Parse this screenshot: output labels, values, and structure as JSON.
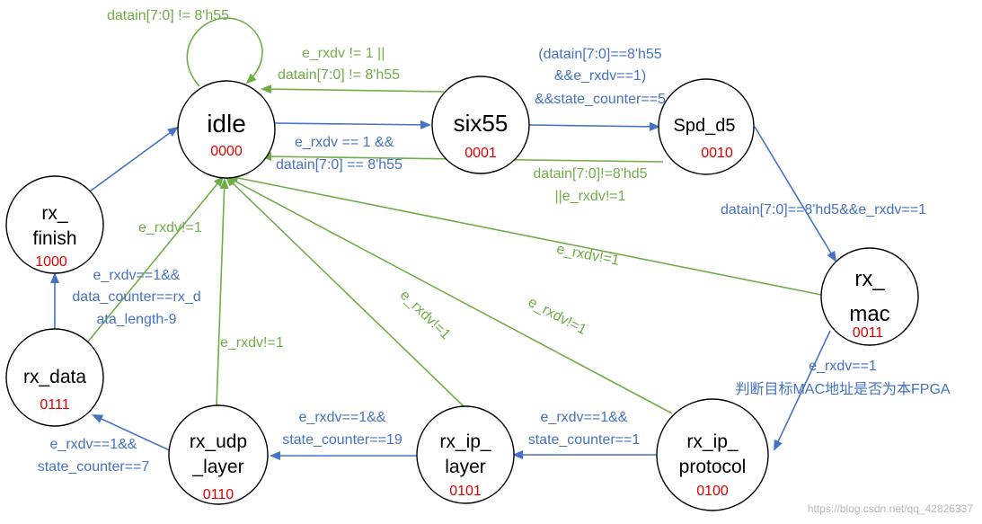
{
  "colors": {
    "blue": "#4472c4",
    "green": "#70ad47",
    "code": "#e00000"
  },
  "states": {
    "idle": {
      "label": "idle",
      "code": "0000"
    },
    "six55": {
      "label": "six55",
      "code": "0001"
    },
    "spd_d5": {
      "label": "Spd_d5",
      "code": "0010"
    },
    "rx_mac": {
      "label1": "rx_",
      "label2": "mac",
      "code": "0011"
    },
    "rx_ip_protocol": {
      "label1": "rx_ip_",
      "label2": "protocol",
      "code": "0100"
    },
    "rx_ip_layer": {
      "label1": "rx_ip_",
      "label2": "layer",
      "code": "0101"
    },
    "rx_udp_layer": {
      "label1": "rx_udp",
      "label2": "_layer",
      "code": "0110"
    },
    "rx_data": {
      "label": "rx_data",
      "code": "0111"
    },
    "rx_finish": {
      "label1": "rx_",
      "label2": "finish",
      "code": "1000"
    }
  },
  "transitions": {
    "idle_self": "datain[7:0] != 8'h55",
    "six55_to_idle": {
      "line1": "e_rxdv != 1 ||",
      "line2": "datain[7:0] != 8'h55"
    },
    "idle_to_six55": {
      "line1": "e_rxdv == 1 &&",
      "line2": "datain[7:0] == 8'h55"
    },
    "six55_to_spd": {
      "line1": "(datain[7:0]==8'h55",
      "line2": "&&e_rxdv==1)",
      "line3": "&&state_counter==5"
    },
    "spd_to_idle": {
      "line1": "datain[7:0]!=8'hd5",
      "line2": "||e_rxdv!=1"
    },
    "spd_to_mac": "datain[7:0]==8'hd5&&e_rxdv==1",
    "mac_to_idle": "e_rxdv!=1",
    "mac_to_protocol": {
      "line1": "e_rxdv==1",
      "line2": "判断目标MAC地址是否为本FPGA"
    },
    "protocol_to_idle": "e_rxdv!=1",
    "protocol_to_iplayer": {
      "line1": "e_rxdv==1&&",
      "line2": "state_counter==1"
    },
    "iplayer_to_idle": "e_rxdv!=1",
    "iplayer_to_udp": {
      "line1": "e_rxdv==1&&",
      "line2": "state_counter==19"
    },
    "udp_to_idle": "e_rxdv!=1",
    "udp_to_data": {
      "line1": "e_rxdv==1&&",
      "line2": "state_counter==7"
    },
    "data_to_idle": "e_rxdv!=1",
    "data_to_finish": {
      "line1": "e_rxdv==1&&",
      "line2": "data_counter==rx_d",
      "line3": "ata_length-9"
    },
    "finish_to_idle": ""
  },
  "watermark": "https://blog.csdn.net/qq_42826337"
}
